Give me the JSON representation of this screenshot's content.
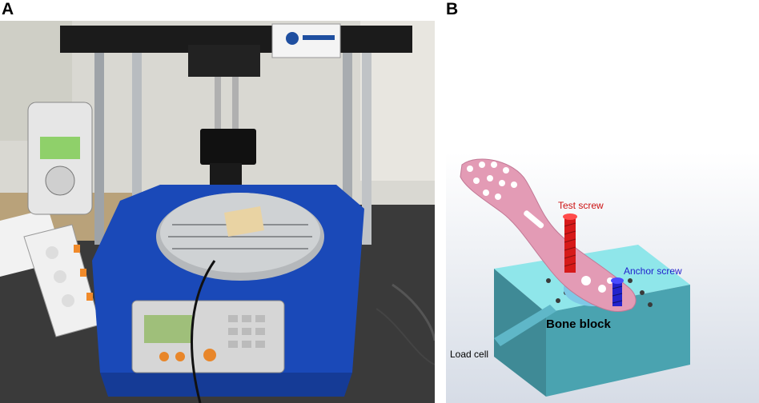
{
  "panels": {
    "a": {
      "label": "A"
    },
    "b": {
      "label": "B",
      "annotations": {
        "test_screw": "Test screw",
        "anchor_screw": "Anchor screw",
        "bone_block": "Bone block",
        "load_cell": "Load cell"
      },
      "colors": {
        "test_screw": "#cc1111",
        "anchor_screw": "#2222cc",
        "plate": "#e39bb5",
        "block": "#8fe6ea"
      }
    }
  }
}
